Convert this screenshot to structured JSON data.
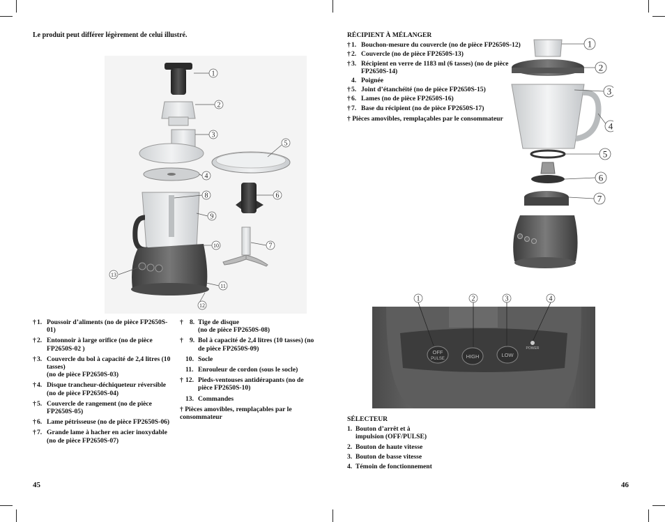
{
  "left_page": {
    "intro": "Le produit peut différer légèrement de celui illustré.",
    "col1": [
      {
        "mark": "†",
        "num": "1.",
        "text": "Poussoir d’aliments (no de pièce FP2650S-01)"
      },
      {
        "mark": "†",
        "num": "2.",
        "text": "Entonnoir à large orifice (no de pièce FP2650S-02 )"
      },
      {
        "mark": "†",
        "num": "3.",
        "text": "Couvercle du bol à capacité de 2,4 litres (10 tasses)",
        "text2": "(no de pièce FP2650S-03)"
      },
      {
        "mark": "†",
        "num": "4.",
        "text": "Disque trancheur-déchiqueteur réversible (no de pièce FP2650S-04)"
      },
      {
        "mark": "†",
        "num": "5.",
        "text": "Couvercle de rangement (no de pièce FP2650S-05)"
      },
      {
        "mark": "†",
        "num": "6.",
        "text": "Lame pétrisseuse (no de pièce FP2650S-06)"
      },
      {
        "mark": "†",
        "num": "7.",
        "text": "Grande lame à hacher en acier inoxydable (no de pièce FP2650S-07)"
      }
    ],
    "col2": [
      {
        "mark": "†",
        "num": "8.",
        "text": "Tige de disque",
        "text2": "(no de pièce FP2650S-08)"
      },
      {
        "mark": "†",
        "num": "9.",
        "text": "Bol à capacité de 2,4 litres (10 tasses) (no de pièce FP2650S-09)"
      },
      {
        "mark": "",
        "num": "10.",
        "text": "Socle"
      },
      {
        "mark": "",
        "num": "11.",
        "text": "Enrouleur de cordon (sous le socle)"
      },
      {
        "mark": "†",
        "num": "12.",
        "text": "Pieds-ventouses antidérapants (no de pièce FP2650S-10)"
      },
      {
        "mark": "",
        "num": "13.",
        "text": "Commandes"
      }
    ],
    "note": "† Pièces amovibles, remplaçables par le consommateur",
    "callouts": [
      "1",
      "2",
      "3",
      "4",
      "5",
      "6",
      "7",
      "8",
      "9",
      "10",
      "11",
      "12",
      "13"
    ],
    "page_number": "45"
  },
  "right_page": {
    "jar_title": "RÉCIPIENT À MÉLANGER",
    "jar_items": [
      {
        "mark": "†",
        "num": "1.",
        "text": "Bouchon-mesure du couvercle (no de pièce FP2650S-12)"
      },
      {
        "mark": "†",
        "num": "2.",
        "text": "Couvercle (no de pièce FP2650S-13)"
      },
      {
        "mark": "†",
        "num": "3.",
        "text": "Récipient en verre de 1183 ml (6 tasses) (no de pièce FP2650S-14)"
      },
      {
        "mark": "",
        "num": "4.",
        "text": "Poignée"
      },
      {
        "mark": "†",
        "num": "5.",
        "text": "Joint d’étanchéité (no de pièce FP2650S-15)"
      },
      {
        "mark": "†",
        "num": "6.",
        "text": "Lames (no de pièce FP2650S-16)"
      },
      {
        "mark": "†",
        "num": "7.",
        "text": "Base du récipient (no de pièce FP2650S-17)"
      }
    ],
    "jar_note": "† Pièces amovibles, remplaçables par le consommateur",
    "jar_callouts": [
      "1",
      "2",
      "3",
      "4",
      "5",
      "6",
      "7"
    ],
    "selector_callouts": [
      "1",
      "2",
      "3",
      "4"
    ],
    "controls": {
      "off": "OFF",
      "pulse": "PULSE",
      "high": "HIGH",
      "low": "LOW",
      "power": "POWER"
    },
    "selector_title": "SÉLECTEUR",
    "selector_items": [
      {
        "num": "1.",
        "text": "Bouton d’arrêt et à impulsion (OFF/PULSE)"
      },
      {
        "num": "2.",
        "text": "Bouton de haute vitesse"
      },
      {
        "num": "3.",
        "text": "Bouton de basse vitesse"
      },
      {
        "num": "4.",
        "text": "Témoin de fonctionnement"
      }
    ],
    "page_number": "46"
  }
}
